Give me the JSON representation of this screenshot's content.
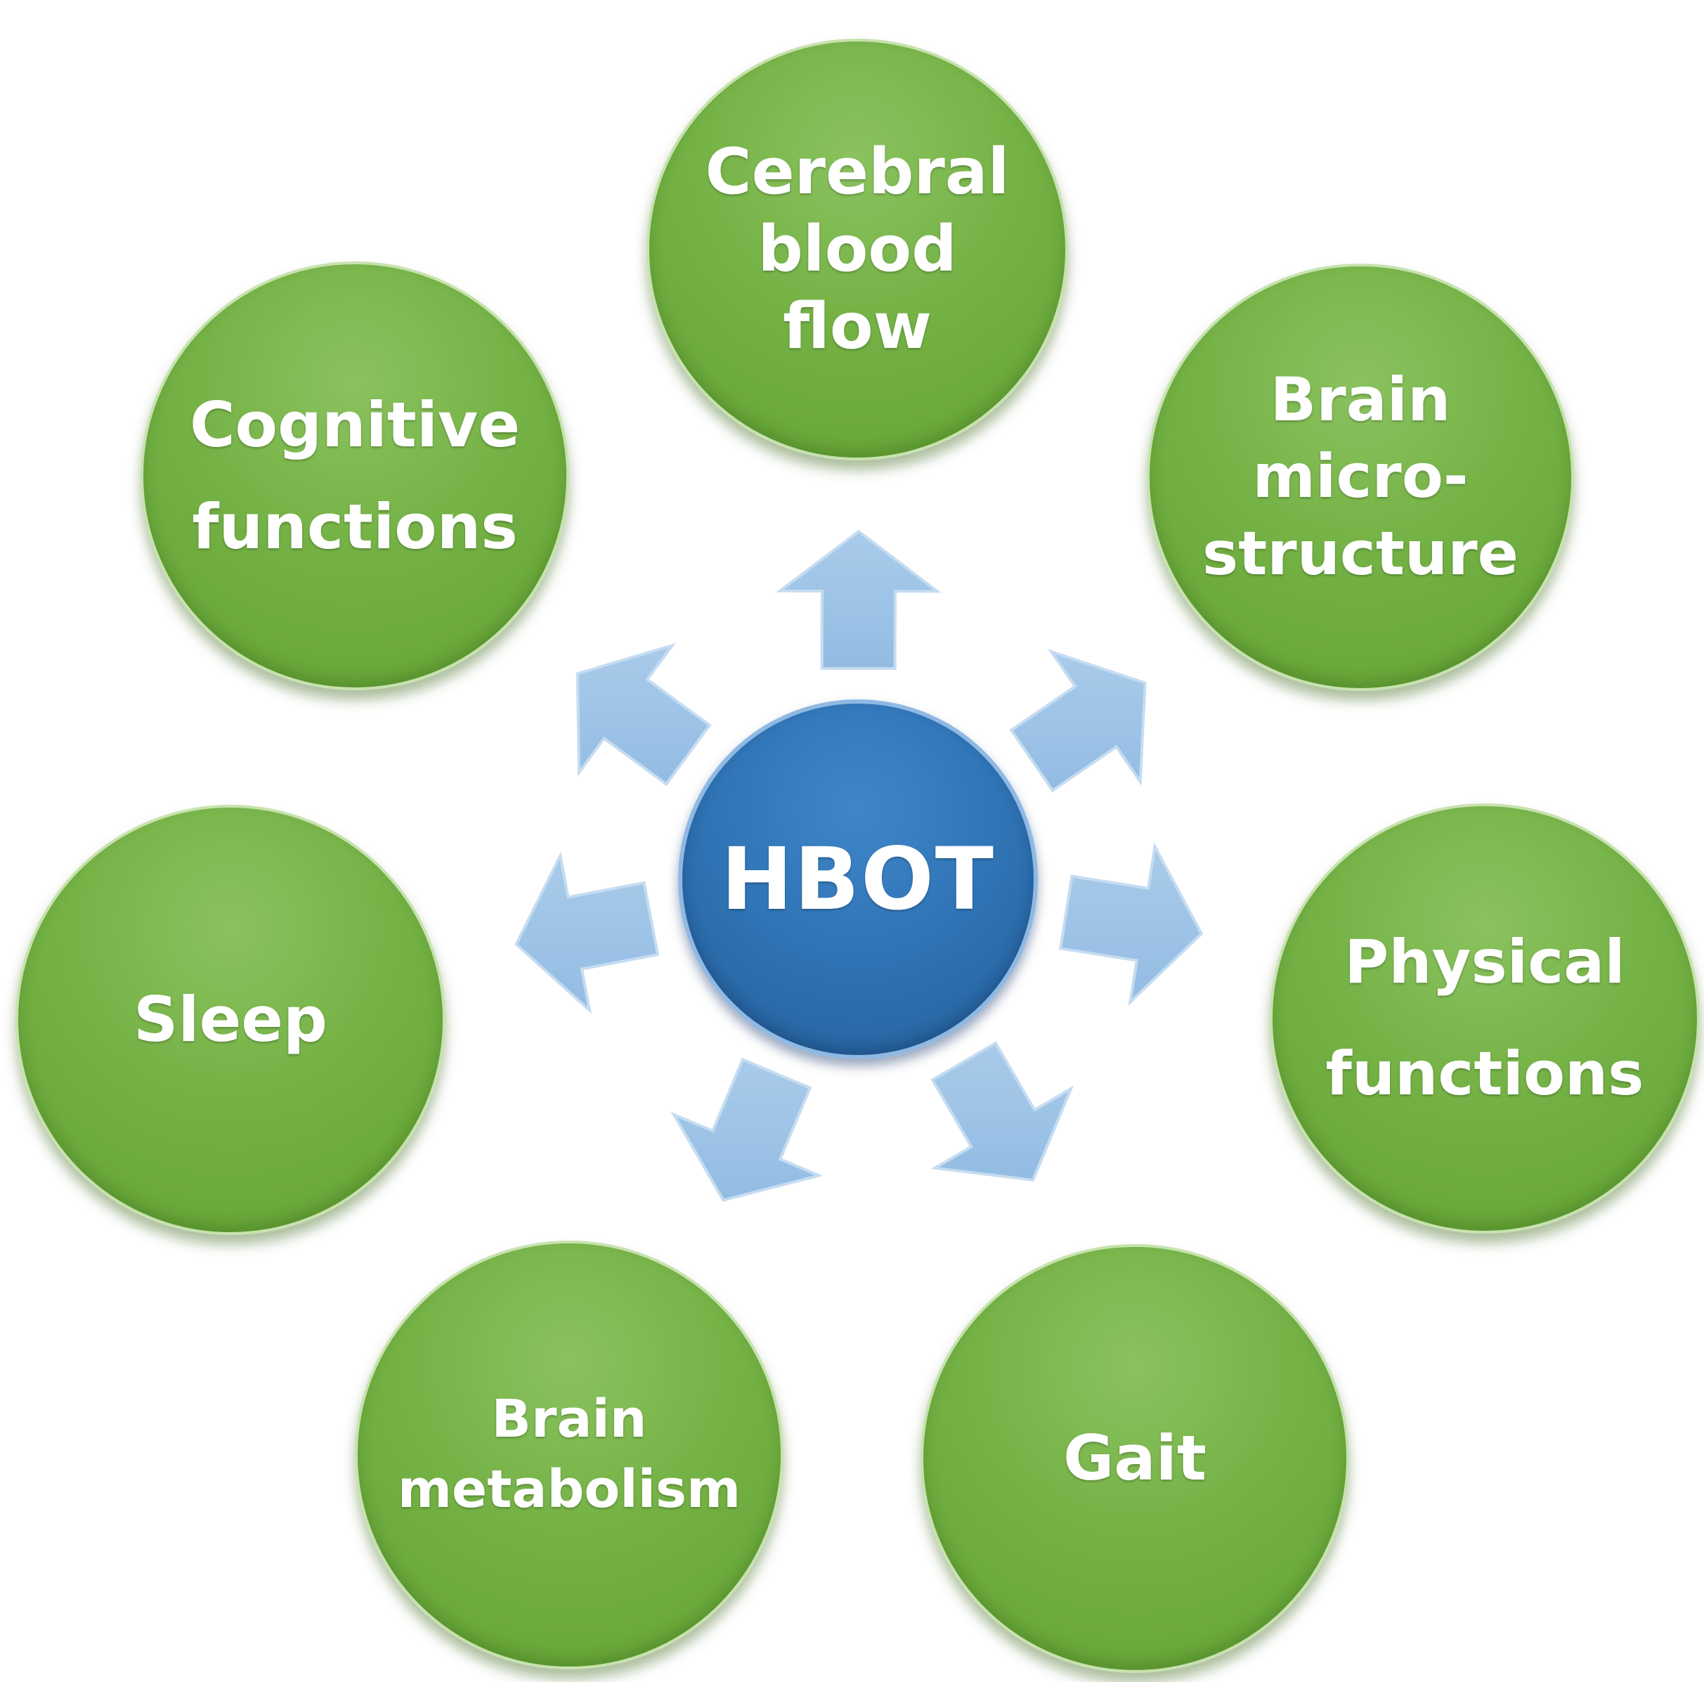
{
  "center": {
    "label": "HBOT",
    "color": "#2f74b5"
  },
  "outcome_color": "#6aaa3a",
  "arrow_color": "#9dc3e6",
  "outcomes": [
    {
      "id": "cerebral-blood-flow",
      "label": "Cerebral\nblood\nflow"
    },
    {
      "id": "brain-microstructure",
      "label": "Brain\nmicro-\nstructure"
    },
    {
      "id": "physical-functions",
      "label": "Physical\nfunctions"
    },
    {
      "id": "gait",
      "label": "Gait"
    },
    {
      "id": "brain-metabolism",
      "label": "Brain\nmetabolism"
    },
    {
      "id": "sleep",
      "label": "Sleep"
    },
    {
      "id": "cognitive-functions",
      "label": "Cognitive\nfunctions"
    }
  ]
}
